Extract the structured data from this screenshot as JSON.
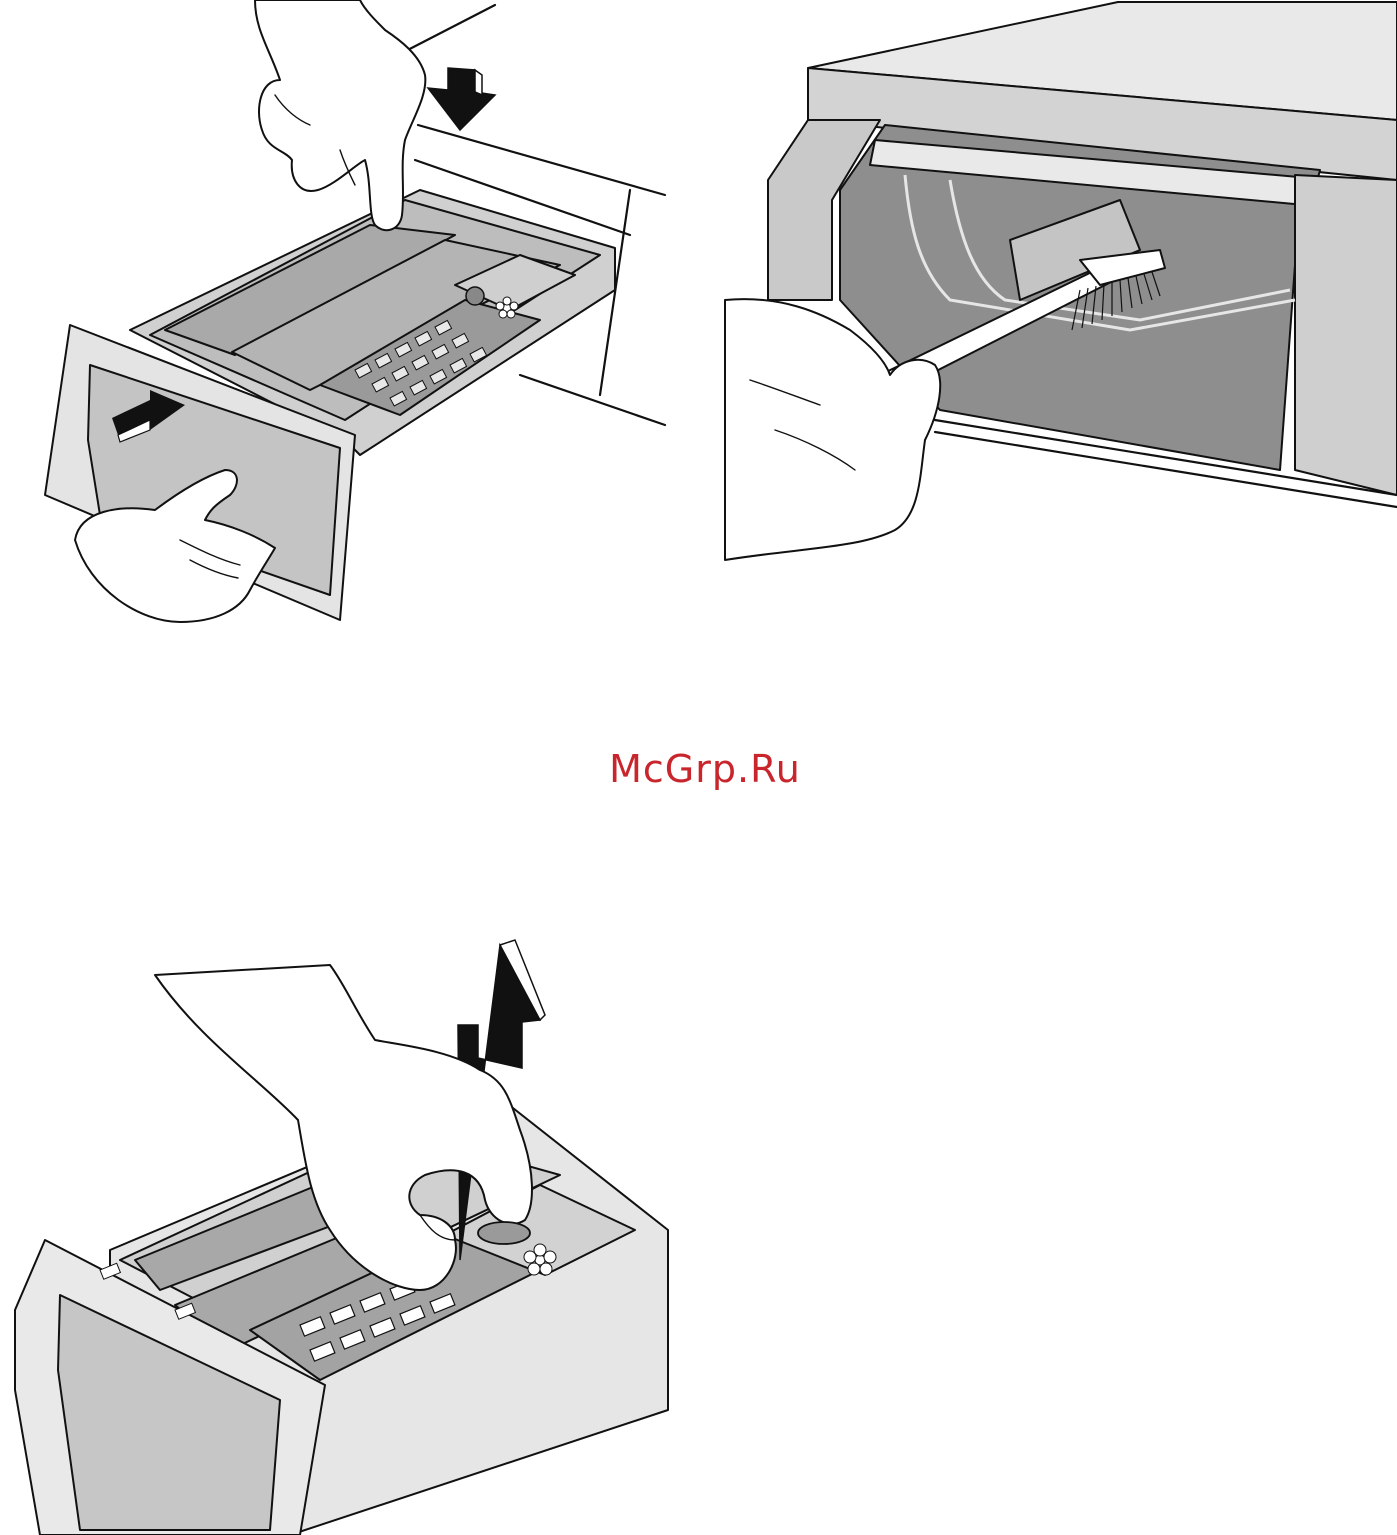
{
  "watermark": {
    "text": "McGrp.Ru",
    "color": "#c8252d"
  },
  "palette": {
    "light_gray": "#d4d4d4",
    "mid_gray": "#b8b8b8",
    "dark_gray": "#8c8c8c",
    "very_light_gray": "#e6e6e6",
    "line": "#111111",
    "background": "#ffffff"
  },
  "illustrations": [
    {
      "id": "drawer-release",
      "icons": [
        "hand-press-icon",
        "arrow-down-icon",
        "arrow-out-icon",
        "flower-symbol-icon"
      ]
    },
    {
      "id": "brush-cleaning",
      "icons": [
        "hand-icon",
        "brush-icon"
      ]
    },
    {
      "id": "insert-removal",
      "icons": [
        "hand-press-icon",
        "arrow-up-icon",
        "flower-symbol-icon"
      ]
    }
  ]
}
